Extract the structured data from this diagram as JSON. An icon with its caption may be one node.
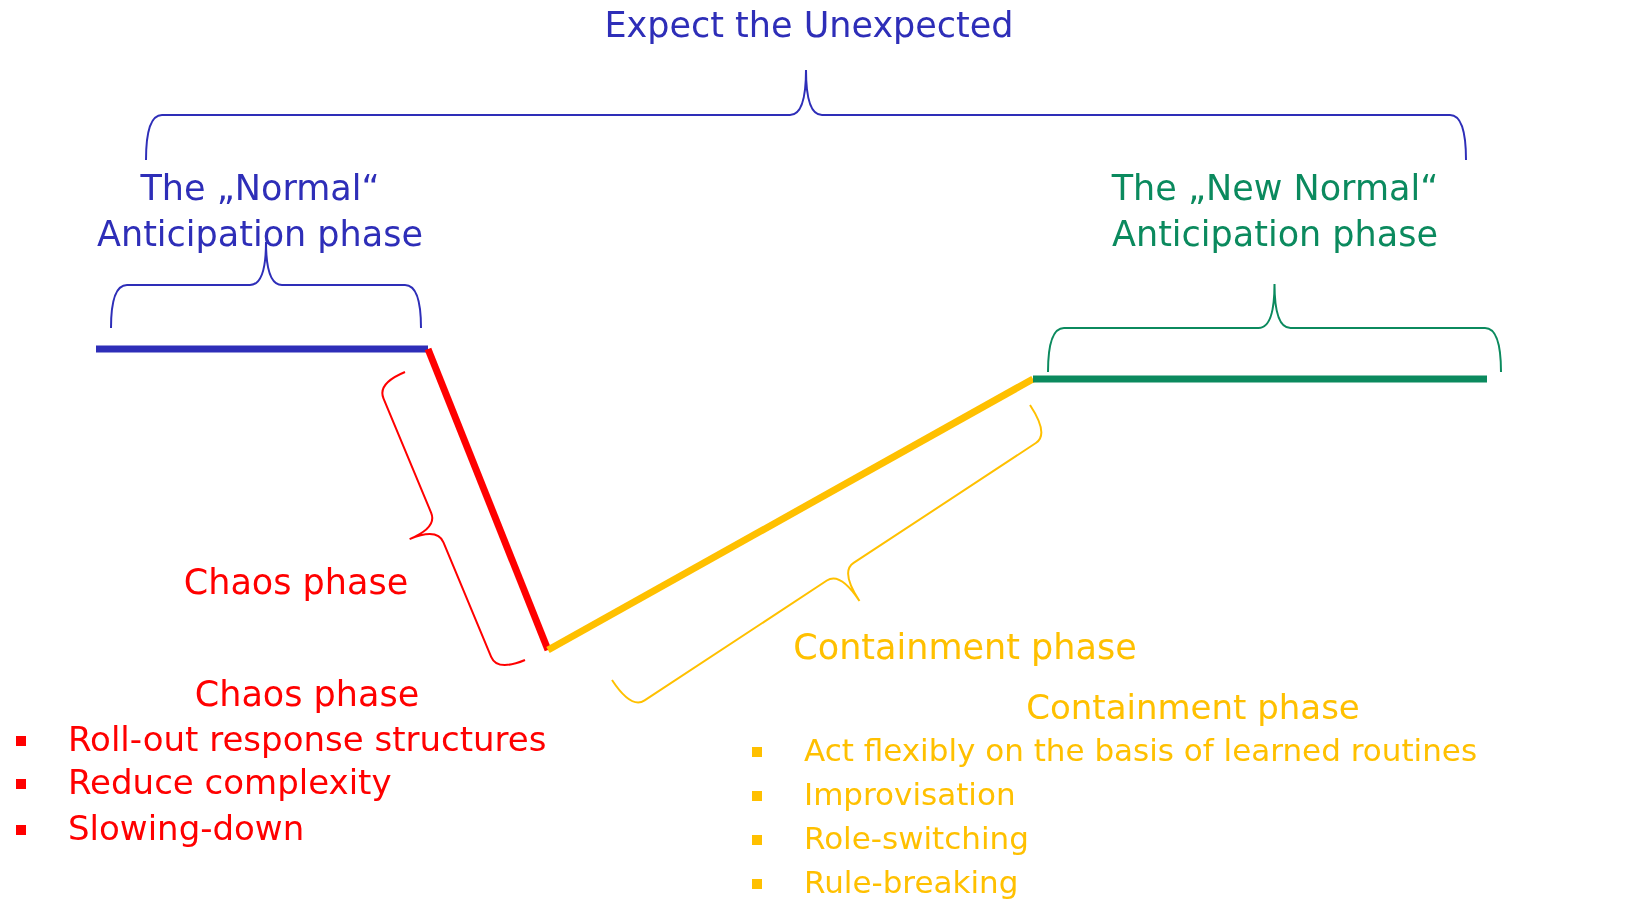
{
  "diagram": {
    "title": "Expect the Unexpected",
    "labels": [
      "The „Normal“ Anticipation phase",
      "The „New Normal“ Anticipation phase",
      "Chaos phase",
      "Containment phase",
      "Chaos phase",
      "Roll-out response structures",
      "Reduce complexity",
      "Slowing-down",
      "Containment phase",
      "Act flexibly on the basis of learned routines",
      "Improvisation",
      "Role-switching",
      "Rule-breaking"
    ]
  }
}
